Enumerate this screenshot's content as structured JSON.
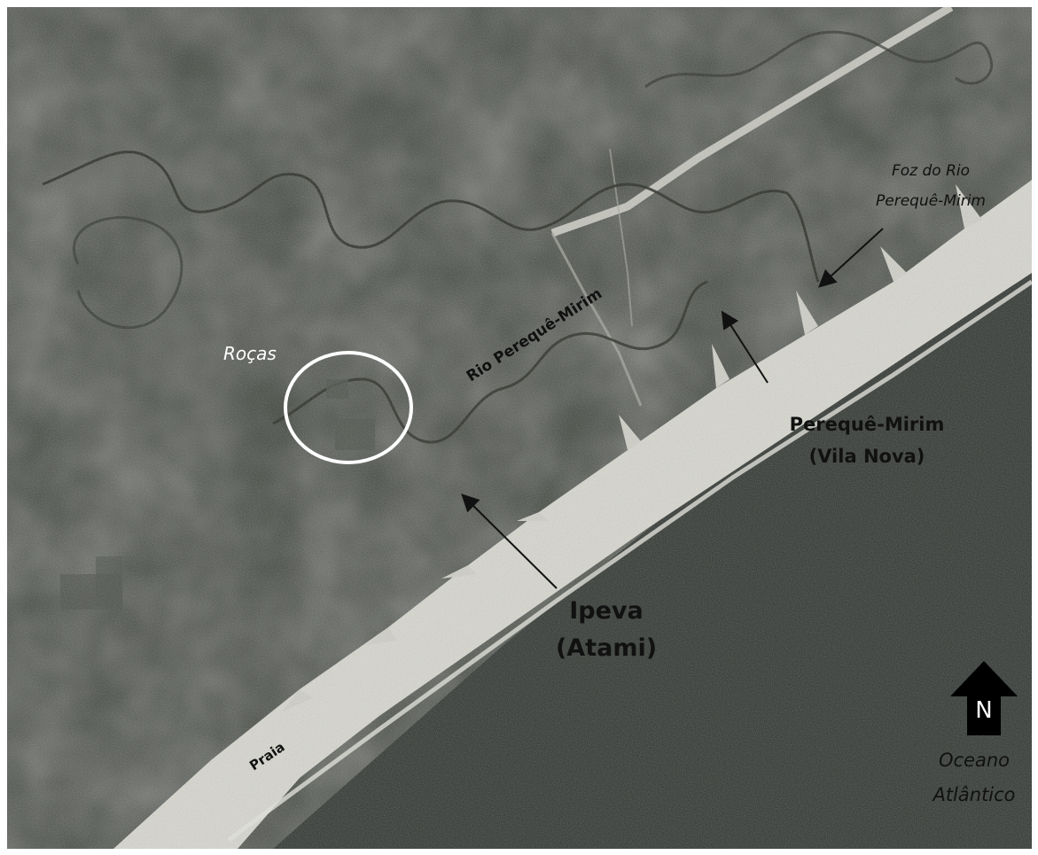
{
  "labels": {
    "rocas": "Roças",
    "rio": "Rio Perequê-Mirim",
    "foz_line1": "Foz do Rio",
    "foz_line2": "Perequê-Mirim",
    "pereque_line1": "Perequê-Mirim",
    "pereque_line2": "(Vila Nova)",
    "ipeva_line1": "Ipeva",
    "ipeva_line2": "(Atami)",
    "praia": "Praia",
    "oceano_line1": "Oceano",
    "oceano_line2": "Atlântico"
  },
  "north_arrow": {
    "letter": "N",
    "icon": "north-arrow-icon"
  },
  "colors": {
    "forest": "#3b4038",
    "forest_dark": "#2c302a",
    "ocean": "#2f342f",
    "sand": "#d9d9d2",
    "road": "#c8c8c0",
    "circle": "#ffffff"
  }
}
